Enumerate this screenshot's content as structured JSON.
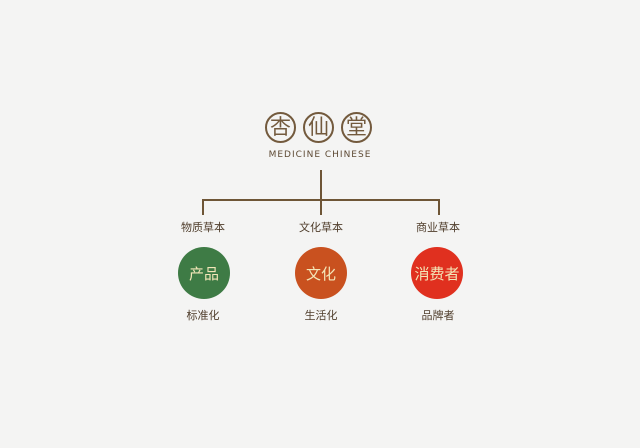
{
  "logo": {
    "chars": [
      "杏",
      "仙",
      "堂"
    ],
    "subtitle": "MEDICINE CHINESE"
  },
  "branches": [
    {
      "top_label": "物质草本",
      "node_text": "产品",
      "bottom_label": "标准化",
      "color": "#3e7b45"
    },
    {
      "top_label": "文化草本",
      "node_text": "文化",
      "bottom_label": "生活化",
      "color": "#c9511f"
    },
    {
      "top_label": "商业草本",
      "node_text": "消费者",
      "bottom_label": "品牌者",
      "color": "#e0301f"
    }
  ],
  "colors": {
    "background": "#f4f4f3",
    "line": "#6e5536",
    "logo": "#735a3d"
  }
}
